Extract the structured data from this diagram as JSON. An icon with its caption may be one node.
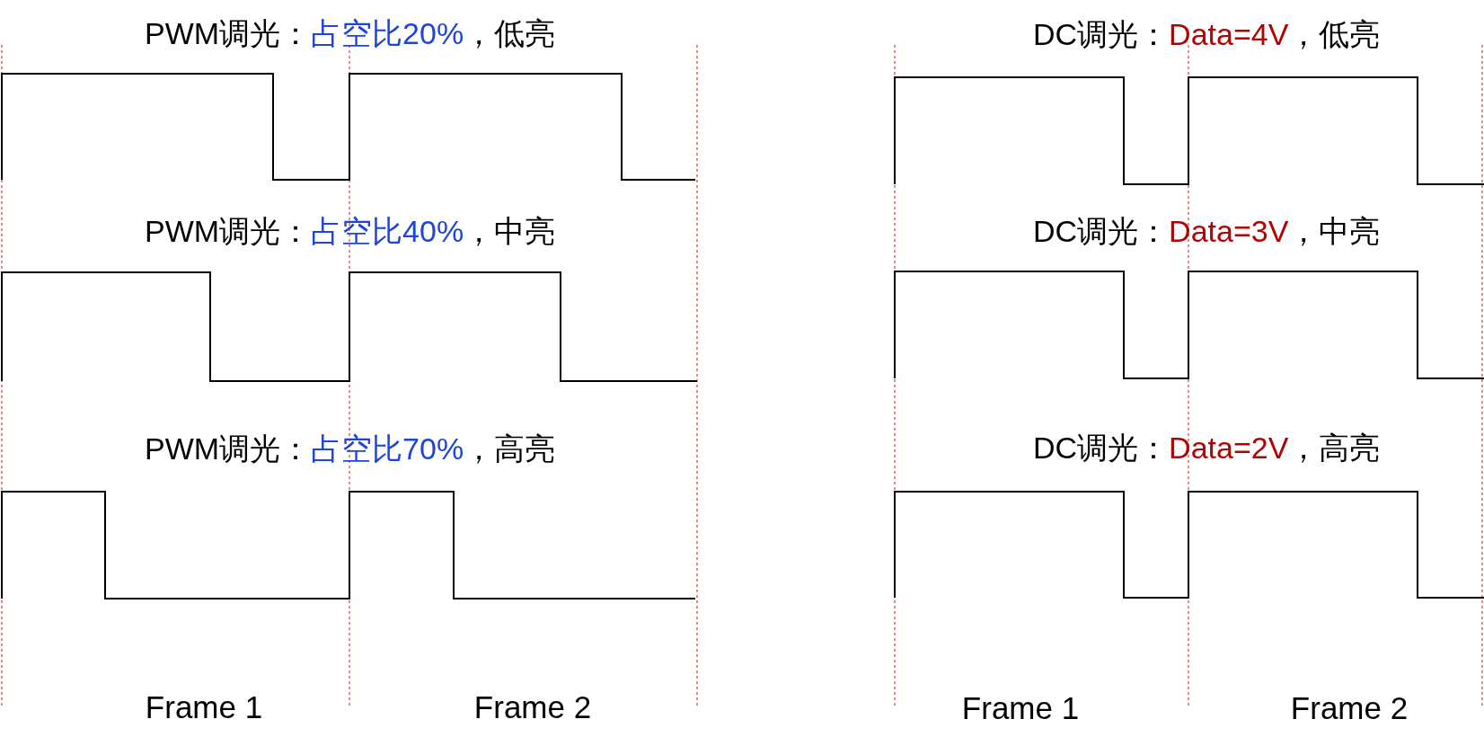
{
  "diagram": {
    "labels": [
      "PWM调光：",
      "占空比20%",
      "，低亮",
      "DC调光：",
      "Data=4V",
      "，低亮",
      "PWM调光：",
      "占空比40%",
      "，中亮",
      "DC调光：",
      "Data=3V",
      "，中亮",
      "PWM调光：",
      "占空比70%",
      "，高亮",
      "DC调光：",
      "Data=2V",
      "，高亮",
      "Frame 1",
      "Frame 2",
      "Frame 1",
      "Frame 2"
    ]
  }
}
